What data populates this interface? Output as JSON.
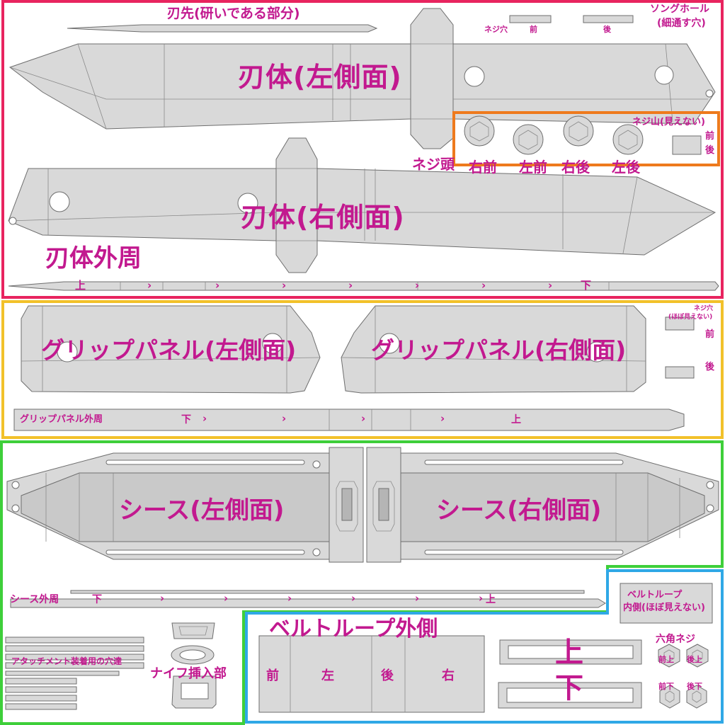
{
  "colors": {
    "label": "#c2198f",
    "blade_frame": "#e8245f",
    "grip_frame": "#f2c12a",
    "sheath_frame": "#3ecf3a",
    "belt_frame": "#2fa8e6",
    "screw_frame": "#ee7a1d",
    "mesh_fill": "#d9d9d9",
    "mesh_line": "#6e6e6e"
  },
  "blade": {
    "edge_label": "刃先(研いである部分)",
    "left_label": "刃体(左側面)",
    "right_label": "刃体(右側面)",
    "perimeter_label": "刃体外周",
    "perimeter_up": "上",
    "perimeter_down": "下",
    "tang_hole_label_line1": "ソングホール",
    "tang_hole_label_line2": "(細通す穴)",
    "screw_hole_label": "ネジ穴",
    "screw_hole_front": "前",
    "screw_hole_back": "後"
  },
  "screws": {
    "thread_label": "ネジ山(見えない)",
    "thread_front": "前",
    "thread_back": "後",
    "head_label": "ネジ頭",
    "heads": [
      "右前",
      "左前",
      "右後",
      "左後"
    ]
  },
  "grip": {
    "left_label": "グリップパネル(左側面)",
    "right_label": "グリップパネル(右側面)",
    "perimeter_label": "グリップパネル外周",
    "perimeter_down": "下",
    "perimeter_up": "上",
    "hole_label": "ネジ穴",
    "hole_sub": "(ほぼ見えない)",
    "hole_front": "前",
    "hole_back": "後"
  },
  "sheath": {
    "left_label": "シース(左側面)",
    "right_label": "シース(右側面)",
    "perimeter_label": "シース外周",
    "perimeter_down": "下",
    "perimeter_up": "上",
    "attach_label": "アタッチメント装着用の穴達",
    "insert_label": "ナイフ挿入部"
  },
  "belt": {
    "outer_label": "ベルトループ外側",
    "sides": [
      "前",
      "左",
      "後",
      "右"
    ],
    "inner_label_line1": "ベルトループ",
    "inner_label_line2": "内側(ほぼ見えない)",
    "up": "上",
    "down": "下",
    "hex_label": "六角ネジ",
    "hex_items": [
      "前上",
      "後上",
      "前下",
      "後下"
    ]
  }
}
